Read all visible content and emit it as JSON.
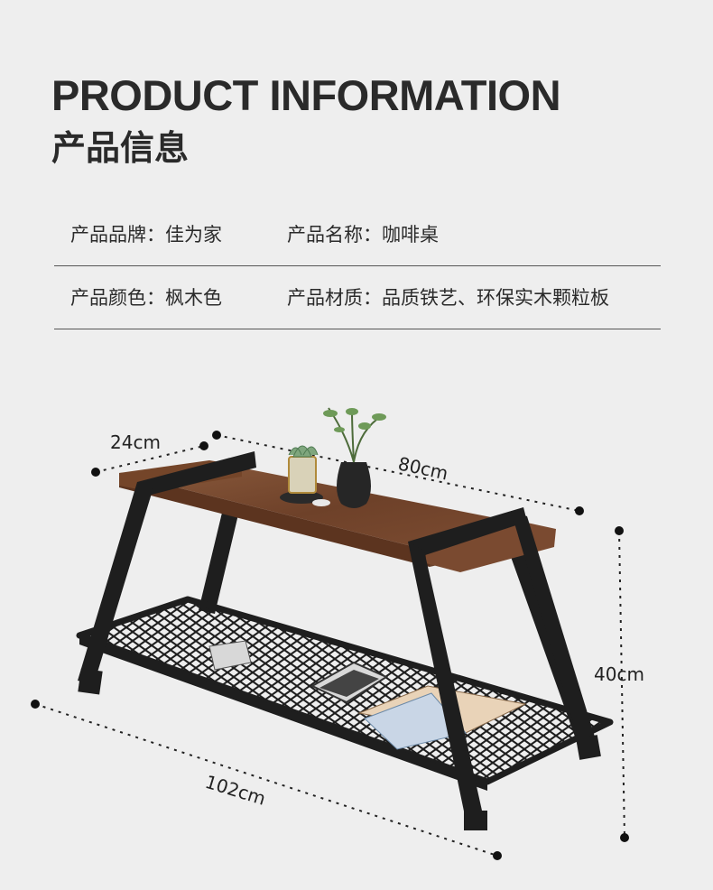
{
  "title_en": "PRODUCT INFORMATION",
  "title_cn": "产品信息",
  "specs": {
    "brand": "产品品牌：佳为家",
    "name": "产品名称：咖啡桌",
    "color": "产品颜色：枫木色",
    "material": "产品材质：品质铁艺、环保实木颗粒板"
  },
  "dimensions": {
    "depth": "24cm",
    "width": "80cm",
    "height": "40cm",
    "length": "102cm"
  },
  "colors": {
    "background": "#eeeeee",
    "wood": "#7a4a30",
    "frame": "#1e1e1e"
  }
}
